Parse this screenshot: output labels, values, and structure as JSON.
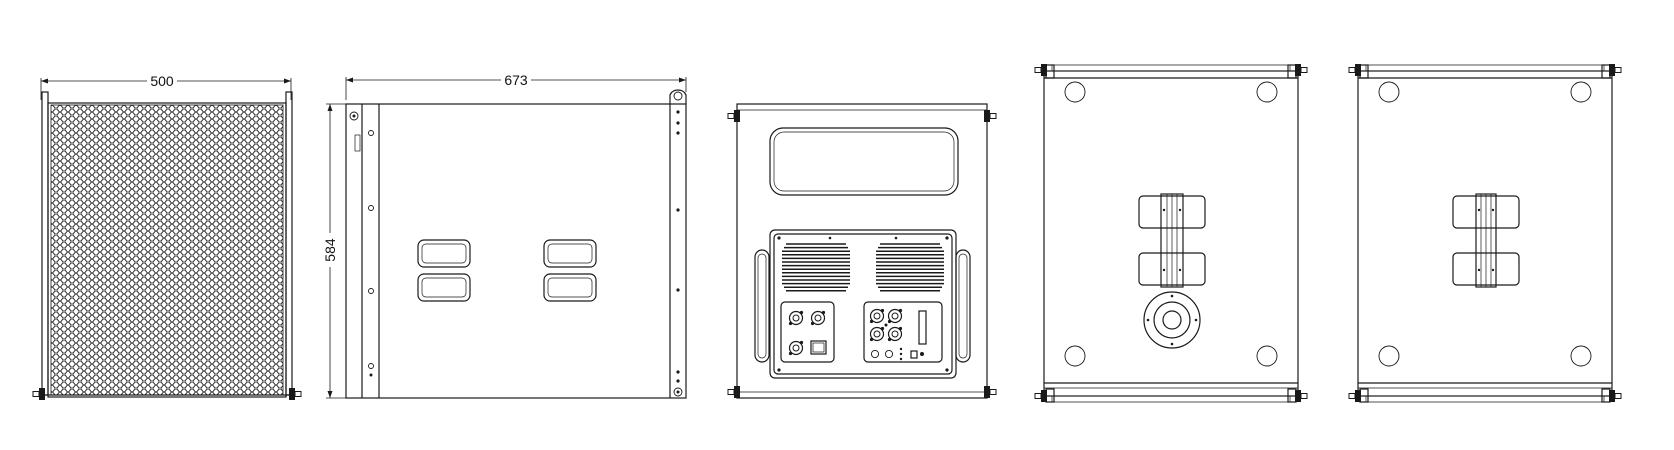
{
  "dimensions": {
    "width": "500",
    "depth": "673",
    "height": "584"
  },
  "colors": {
    "line": "#1a1a1a",
    "background": "#ffffff"
  }
}
